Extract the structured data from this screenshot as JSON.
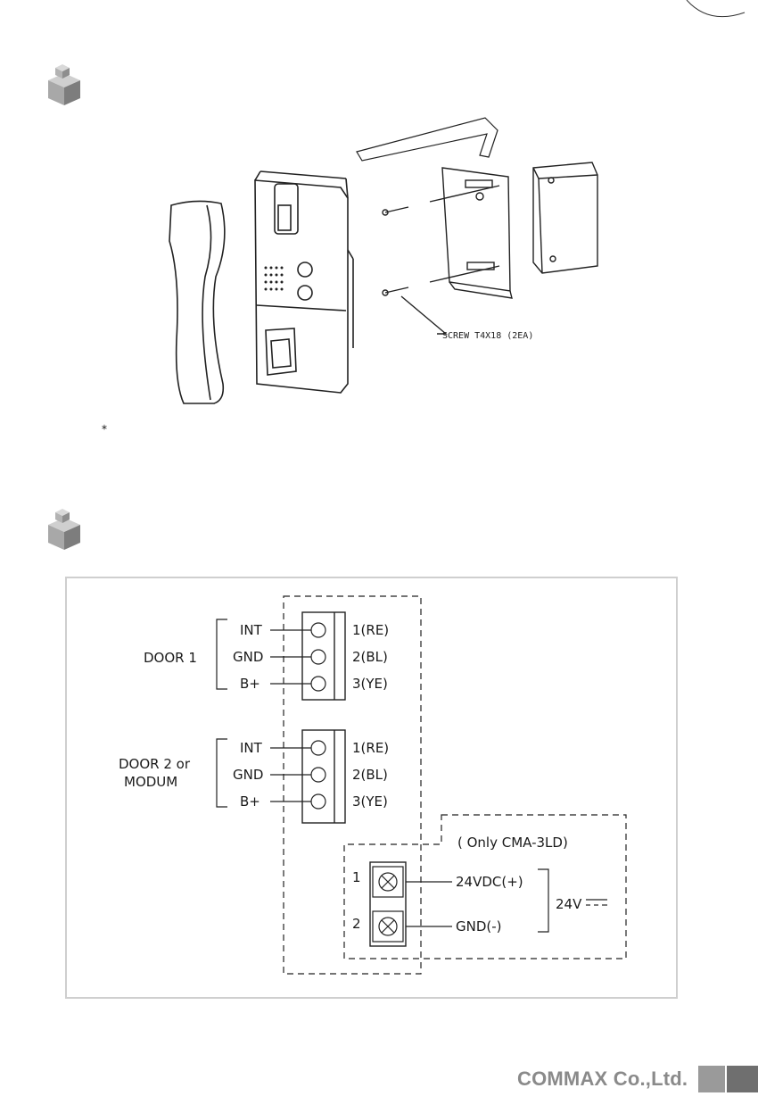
{
  "install_figure": {
    "screw_label": "SCREW T4X18 (2EA)"
  },
  "note": {
    "bullet": "⁎"
  },
  "wiring": {
    "door1": {
      "label": "DOOR 1",
      "terminals": [
        "INT",
        "GND",
        "B+"
      ],
      "wires": [
        "1(RE)",
        "2(BL)",
        "3(YE)"
      ]
    },
    "door2": {
      "label_line1": "DOOR 2 or",
      "label_line2": "MODUM",
      "terminals": [
        "INT",
        "GND",
        "B+"
      ],
      "wires": [
        "1(RE)",
        "2(BL)",
        "3(YE)"
      ]
    },
    "power": {
      "title": "( Only CMA-3LD)",
      "pins": [
        "1",
        "2"
      ],
      "lines": [
        "24VDC(+)",
        "GND(-)"
      ],
      "supply": "24V"
    }
  },
  "footer": {
    "brand": "COMMAX Co.,Ltd."
  },
  "colors": {
    "icon_gray": "#8c8c8c",
    "footer_gray_light": "#9a9a9a",
    "footer_gray_dark": "#6f6f6f",
    "box_border": "#cfcfcf"
  }
}
